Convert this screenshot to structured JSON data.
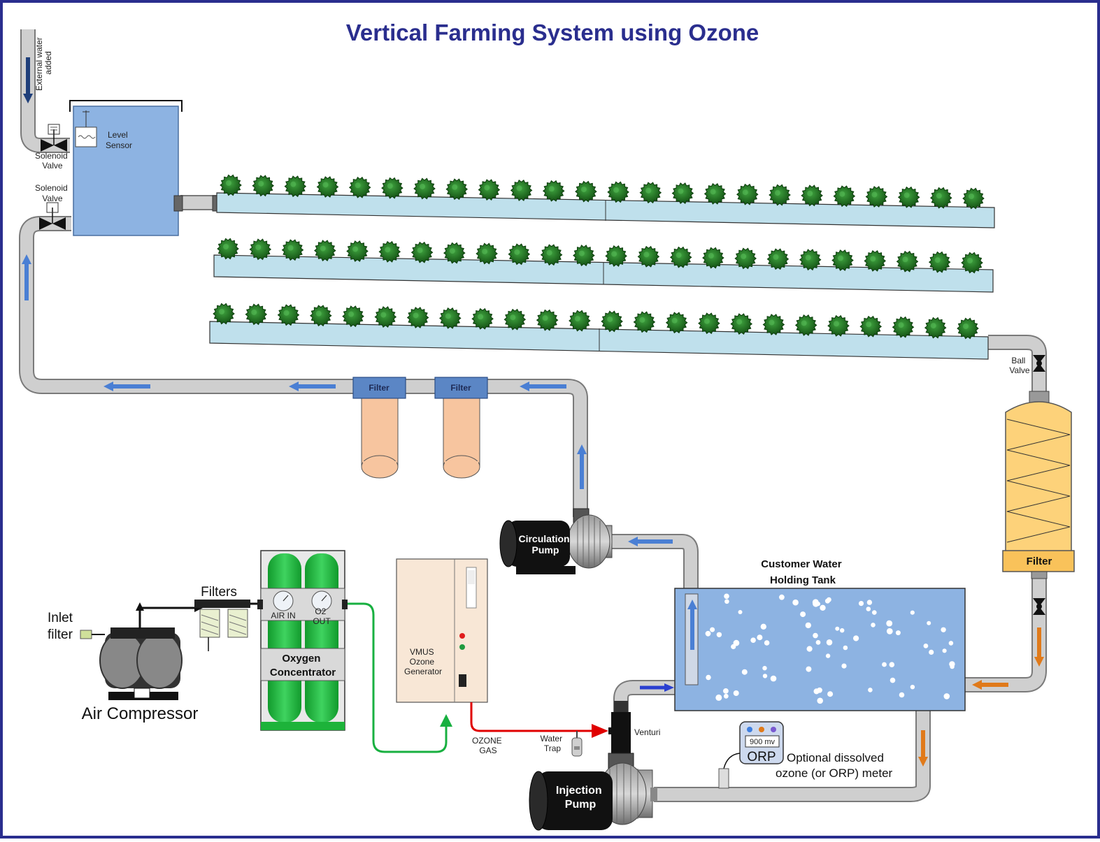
{
  "title": "Vertical Farming System using Ozone",
  "labels": {
    "external_water": [
      "External water",
      "added"
    ],
    "solenoid_valve_1": [
      "Solenoid",
      "Valve"
    ],
    "solenoid_valve_2": [
      "Solenoid",
      "Valve"
    ],
    "level_sensor": [
      "Level",
      "Sensor"
    ],
    "filter_left": "Filter",
    "filter_right": "Filter",
    "ball_valve": [
      "Ball",
      "Valve"
    ],
    "big_filter": "Filter",
    "circulation_pump": [
      "Circulation",
      "Pump"
    ],
    "holding_tank": [
      "Customer Water",
      "Holding Tank"
    ],
    "inlet_filter": [
      "Inlet",
      "filter"
    ],
    "filters": "Filters",
    "air_compressor": "Air Compressor",
    "air_in": "AIR IN",
    "o2_out": [
      "O2",
      "OUT"
    ],
    "oxygen_concentrator": [
      "Oxygen",
      "Concentrator"
    ],
    "ozone_generator": [
      "VMUS",
      "Ozone",
      "Generator"
    ],
    "ozone_gas": [
      "OZONE",
      "GAS"
    ],
    "water_trap": [
      "Water",
      "Trap"
    ],
    "venturi": "Venturi",
    "orp_reading": "900 mv",
    "orp": "ORP",
    "orp_note": [
      "Optional dissolved",
      "ozone (or ORP) meter"
    ],
    "injection_pump": [
      "Injection",
      "Pump"
    ]
  },
  "colors": {
    "border": "#2a2e8e",
    "pipe": "#c8c8c8",
    "water": "#8db3e2",
    "trough": "#bfe0ec",
    "plant": "#1f7a1f",
    "flow_blue": "#4a7fd4",
    "flow_orange": "#e07a1a",
    "ozone_line": "#e00000",
    "oxygen_line": "#18b040",
    "filter_orange": "#f7c59f",
    "filter_yellow": "#fdd27a",
    "concentrator": "#1db33a"
  }
}
